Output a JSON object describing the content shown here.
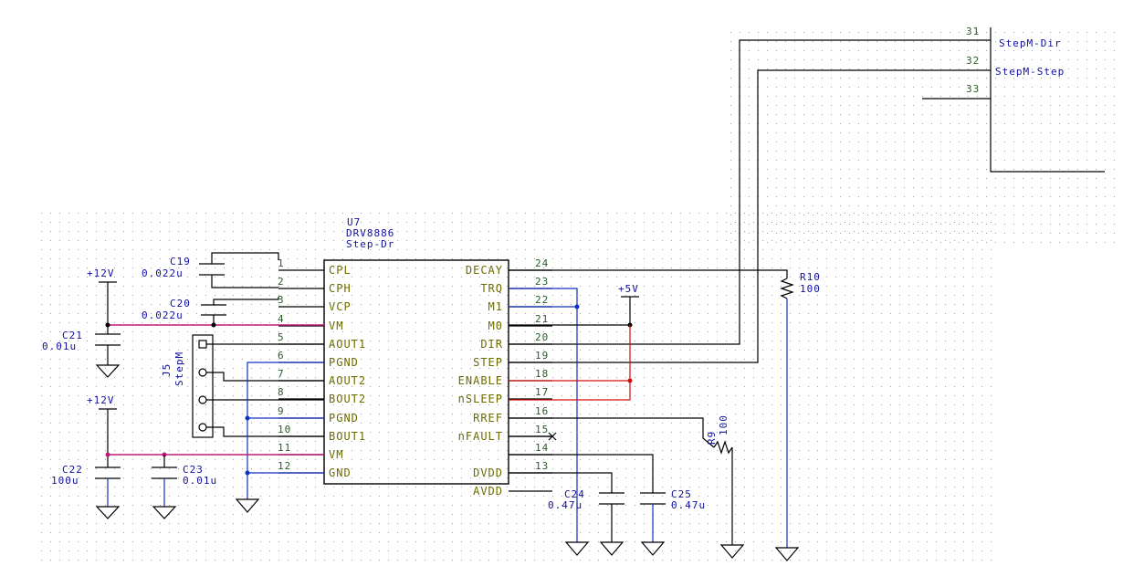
{
  "colors": {
    "wire": "#000000",
    "net_12v": "#c0187a",
    "net_gnd": "#1030c0",
    "net_5v": "#d01010",
    "pin_name": "#6b6b00",
    "pin_number": "#2a5c2a",
    "ref_text": "#1010a0",
    "grid_dot": "#9aa0b0"
  },
  "ic": {
    "ref": "U7",
    "value": "DRV8886",
    "footprint": "Step-Dr",
    "left_pins": [
      {
        "num": "1",
        "name": "CPL"
      },
      {
        "num": "2",
        "name": "CPH"
      },
      {
        "num": "3",
        "name": "VCP"
      },
      {
        "num": "4",
        "name": "VM"
      },
      {
        "num": "5",
        "name": "AOUT1"
      },
      {
        "num": "6",
        "name": "PGND"
      },
      {
        "num": "7",
        "name": "AOUT2"
      },
      {
        "num": "8",
        "name": "BOUT2"
      },
      {
        "num": "9",
        "name": "PGND"
      },
      {
        "num": "10",
        "name": "BOUT1"
      },
      {
        "num": "11",
        "name": "VM"
      },
      {
        "num": "12",
        "name": "GND"
      }
    ],
    "right_pins": [
      {
        "num": "24",
        "name": "DECAY"
      },
      {
        "num": "23",
        "name": "TRQ"
      },
      {
        "num": "22",
        "name": "M1"
      },
      {
        "num": "21",
        "name": "M0"
      },
      {
        "num": "20",
        "name": "DIR"
      },
      {
        "num": "19",
        "name": "STEP"
      },
      {
        "num": "18",
        "name": "ENABLE"
      },
      {
        "num": "17",
        "name": "nSLEEP"
      },
      {
        "num": "16",
        "name": "RREF"
      },
      {
        "num": "15",
        "name": "nFAULT"
      },
      {
        "num": "14",
        "name": ""
      },
      {
        "num": "13",
        "name": "DVDD"
      },
      {
        "num": "",
        "name": "AVDD"
      }
    ]
  },
  "connector": {
    "top_pins": [
      {
        "num": "31",
        "name": "StepM-Dir"
      },
      {
        "num": "32",
        "name": "StepM-Step"
      },
      {
        "num": "33",
        "name": ""
      }
    ]
  },
  "components": {
    "c19": {
      "ref": "C19",
      "value": "0.022u"
    },
    "c20": {
      "ref": "C20",
      "value": "0.022u"
    },
    "c21": {
      "ref": "C21",
      "value": "0.01u"
    },
    "c22": {
      "ref": "C22",
      "value": "100u"
    },
    "c23": {
      "ref": "C23",
      "value": "0.01u"
    },
    "c24": {
      "ref": "C24",
      "value": "0.47u"
    },
    "c25": {
      "ref": "C25",
      "value": "0.47u"
    },
    "r9": {
      "ref": "R9",
      "value": "100"
    },
    "r10": {
      "ref": "R10",
      "value": "100"
    },
    "j5": {
      "ref": "J5",
      "value": "StepM"
    }
  },
  "power": {
    "v12_top": "+12V",
    "v12_bottom": "+12V",
    "v5": "+5V"
  }
}
